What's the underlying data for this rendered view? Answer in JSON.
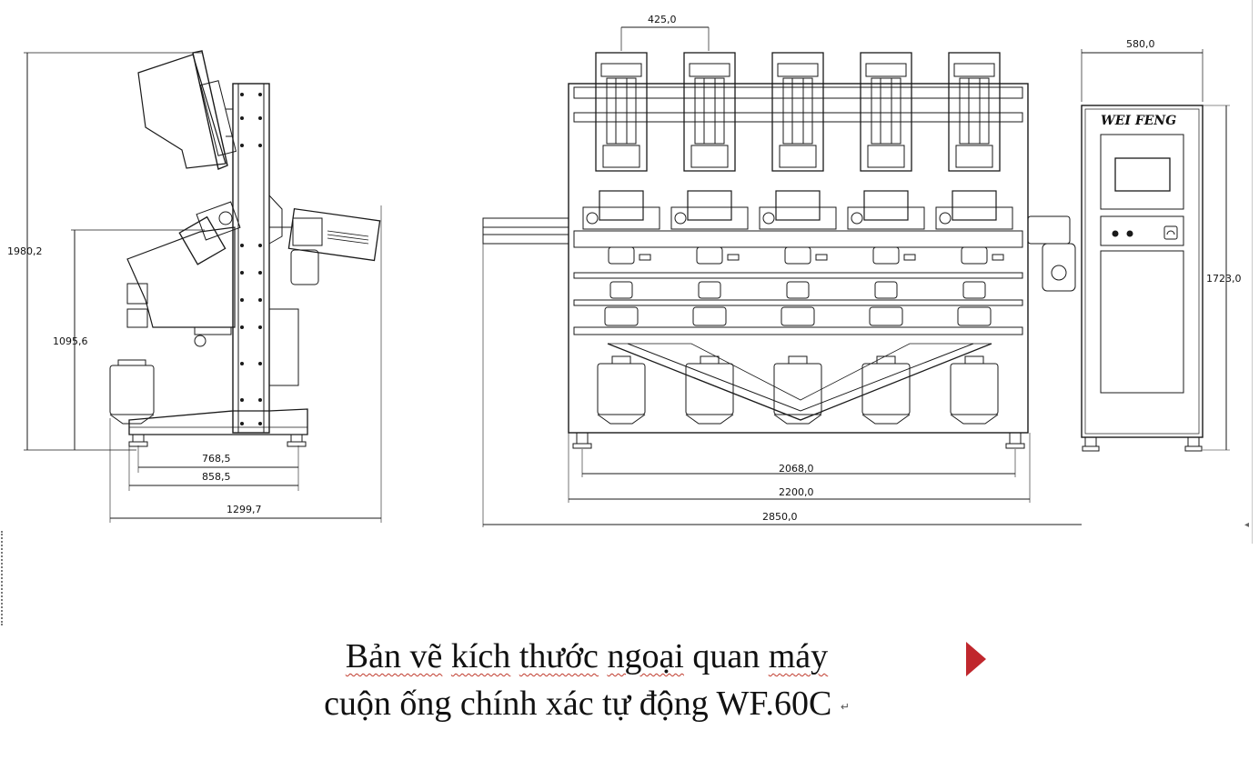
{
  "drawing": {
    "side_view": {
      "dims": {
        "total_height": "1980,2",
        "table_height": "1095,6",
        "inner_width": "768,5",
        "foot_width": "858,5",
        "total_depth": "1299,7"
      }
    },
    "front_view": {
      "dims": {
        "spindle_pitch": "425,0",
        "rail_width": "2068,0",
        "frame_width": "2200,0",
        "overall_width": "2850,0"
      },
      "head_count": 5
    },
    "cabinet_view": {
      "brand": "WEI FENG",
      "dims": {
        "width": "580,0",
        "height": "1723,0"
      }
    }
  },
  "caption": {
    "line1_parts": [
      "Bản vẽ",
      "kích",
      "thước",
      "ngoại",
      "quan",
      "máy"
    ],
    "line2": "cuộn ống chính xác tự động WF.60C",
    "pilcrow": "↵"
  },
  "colors": {
    "line": "#1a1a1a",
    "accent": "#c0272d",
    "spell_underline": "#c0392b"
  }
}
